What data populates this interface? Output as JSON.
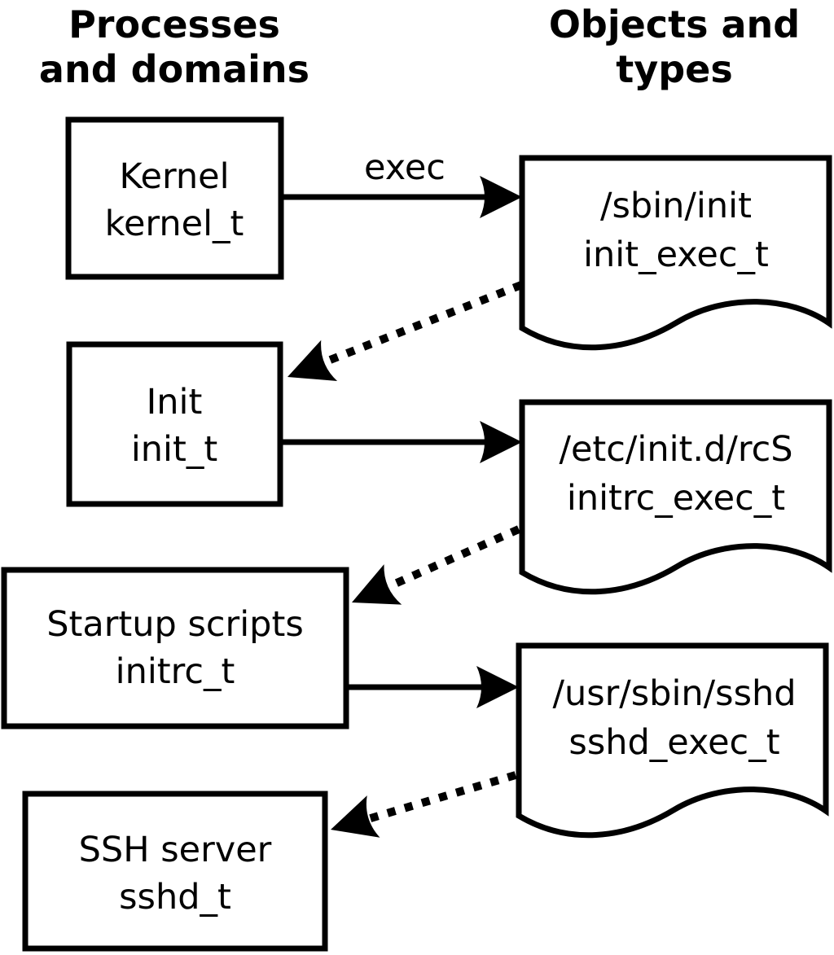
{
  "headers": {
    "left": {
      "line1": "Processes",
      "line2": "and domains"
    },
    "right": {
      "line1": "Objects and",
      "line2": "types"
    }
  },
  "processes": [
    {
      "name": "Kernel",
      "domain": "kernel_t"
    },
    {
      "name": "Init",
      "domain": "init_t"
    },
    {
      "name": "Startup scripts",
      "domain": "initrc_t"
    },
    {
      "name": "SSH server",
      "domain": "sshd_t"
    }
  ],
  "objects": [
    {
      "path": "/sbin/init",
      "type": "init_exec_t"
    },
    {
      "path": "/etc/init.d/rcS",
      "type": "initrc_exec_t"
    },
    {
      "path": "/usr/sbin/sshd",
      "type": "sshd_exec_t"
    }
  ],
  "labels": {
    "exec": "exec"
  },
  "colors": {
    "line": "#000000",
    "text": "#000000",
    "background": "#ffffff"
  }
}
